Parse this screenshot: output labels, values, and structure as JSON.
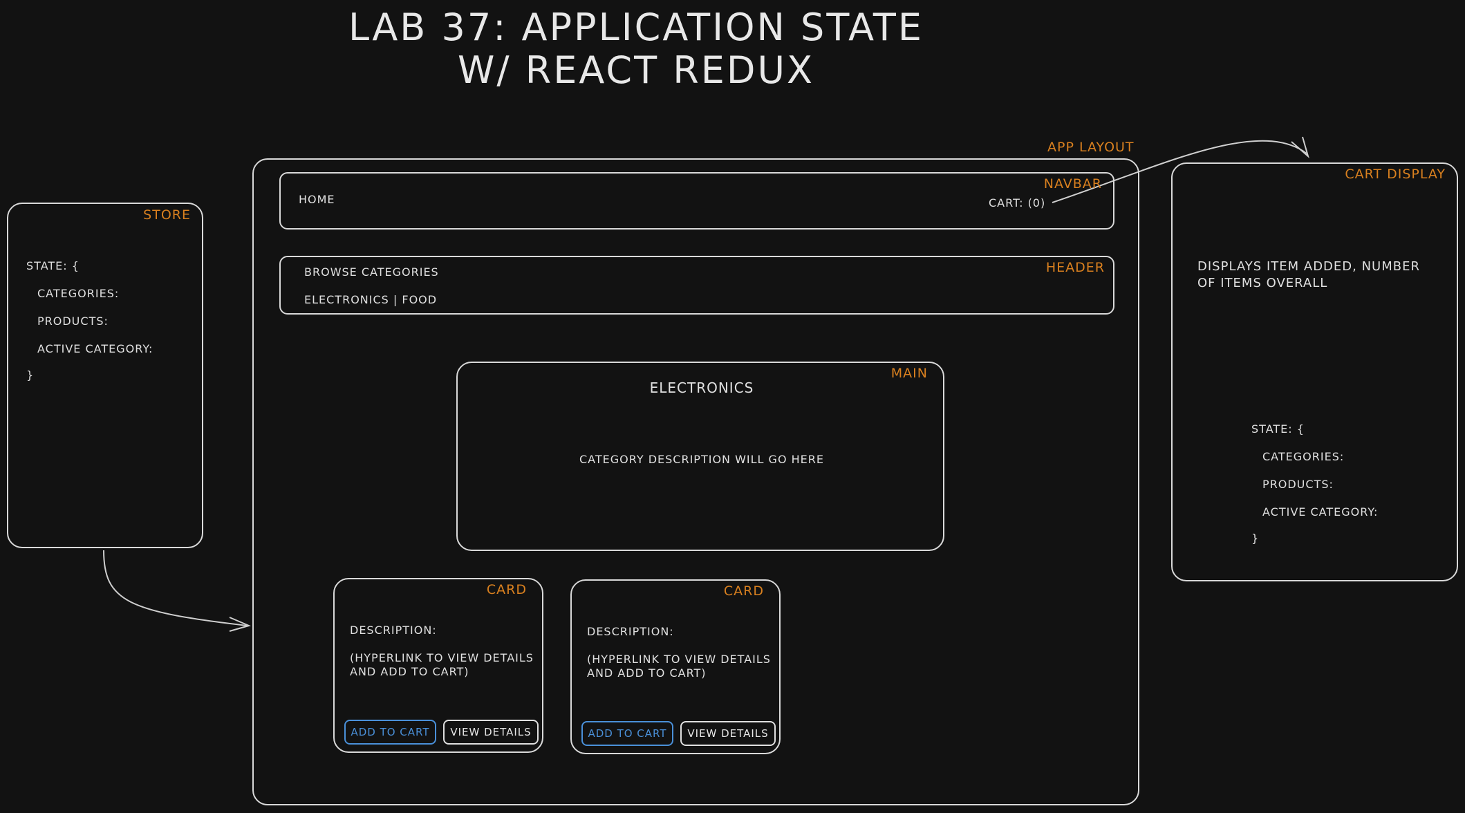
{
  "title": {
    "line1": "LAB 37: APPLICATION STATE",
    "line2": "W/ REACT REDUX"
  },
  "store": {
    "tag": "STORE",
    "lines": [
      "STATE: {",
      "CATEGORIES:",
      "PRODUCTS:",
      "ACTIVE CATEGORY:",
      "}"
    ]
  },
  "app_layout": {
    "tag": "APP LAYOUT"
  },
  "navbar": {
    "tag": "NAVBAR",
    "home": "HOME",
    "cart": "CART: (0)"
  },
  "header": {
    "tag": "HEADER",
    "browse": "BROWSE CATEGORIES",
    "categories": "ELECTRONICS | FOOD"
  },
  "main": {
    "tag": "MAIN",
    "heading": "ELECTRONICS",
    "description": "CATEGORY DESCRIPTION WILL GO HERE"
  },
  "cards": [
    {
      "tag": "CARD",
      "description_label": "DESCRIPTION:",
      "note_line1": "(HYPERLINK TO VIEW DETAILS",
      "note_line2": "AND ADD TO CART)",
      "add_label": "ADD TO CART",
      "view_label": "VIEW DETAILS"
    },
    {
      "tag": "CARD",
      "description_label": "DESCRIPTION:",
      "note_line1": "(HYPERLINK TO VIEW DETAILS",
      "note_line2": "AND ADD TO CART)",
      "add_label": "ADD TO CART",
      "view_label": "VIEW DETAILS"
    }
  ],
  "cart_display": {
    "tag": "CART DISPLAY",
    "desc_line1": "DISPLAYS ITEM ADDED, NUMBER",
    "desc_line2": "OF ITEMS OVERALL",
    "lines": [
      "STATE: {",
      "CATEGORIES:",
      "PRODUCTS:",
      "ACTIVE CATEGORY:",
      "}"
    ]
  },
  "colors": {
    "background": "#121212",
    "stroke": "#d9d9d9",
    "label_orange": "#d9801f",
    "button_blue": "#4a90d9"
  }
}
